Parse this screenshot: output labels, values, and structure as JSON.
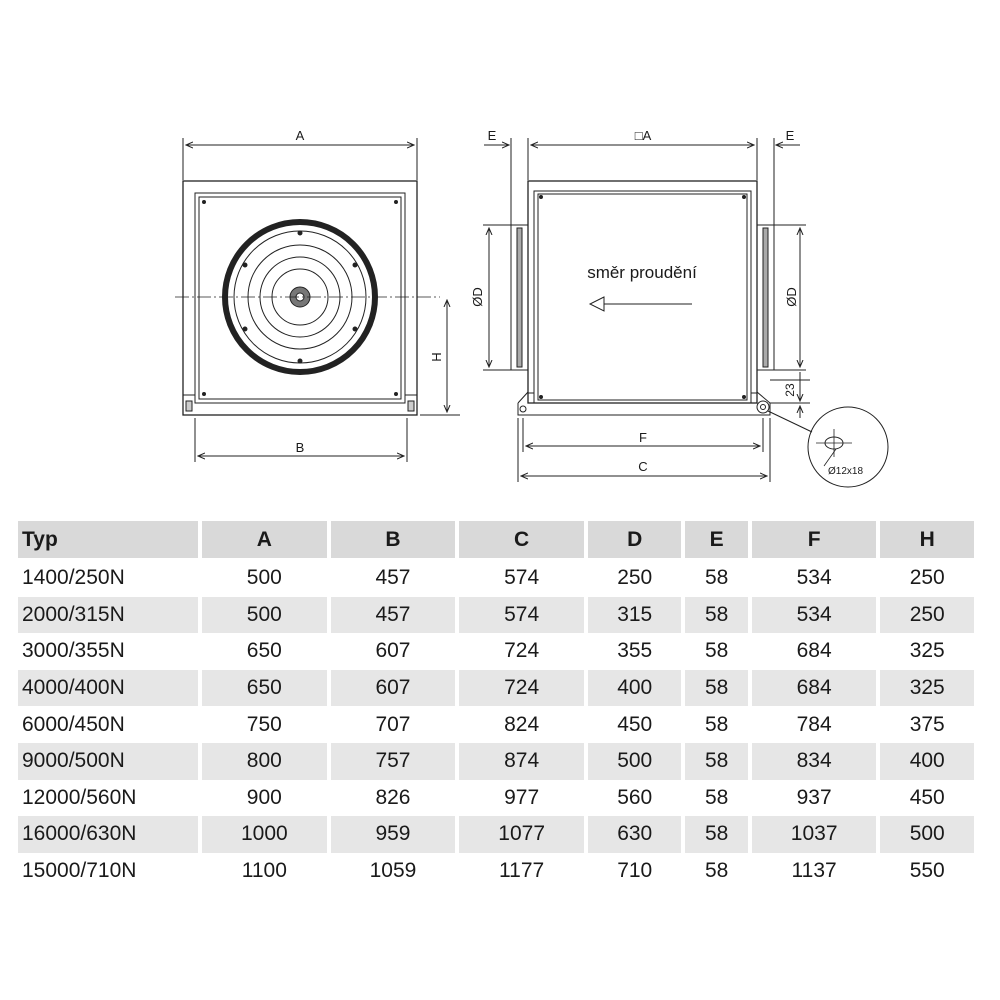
{
  "drawing": {
    "labels": {
      "A": "A",
      "B": "B",
      "H": "H",
      "E_left": "E",
      "E_right": "E",
      "square_A": "□A",
      "D_left": "ØD",
      "D_right": "ØD",
      "flow_text": "směr proudění",
      "F": "F",
      "C": "C",
      "dim_23": "23",
      "hole": "Ø12x18"
    }
  },
  "table": {
    "headers": [
      "Typ",
      "A",
      "B",
      "C",
      "D",
      "E",
      "F",
      "H"
    ],
    "rows": [
      [
        "1400/250N",
        "500",
        "457",
        "574",
        "250",
        "58",
        "534",
        "250"
      ],
      [
        "2000/315N",
        "500",
        "457",
        "574",
        "315",
        "58",
        "534",
        "250"
      ],
      [
        "3000/355N",
        "650",
        "607",
        "724",
        "355",
        "58",
        "684",
        "325"
      ],
      [
        "4000/400N",
        "650",
        "607",
        "724",
        "400",
        "58",
        "684",
        "325"
      ],
      [
        "6000/450N",
        "750",
        "707",
        "824",
        "450",
        "58",
        "784",
        "375"
      ],
      [
        "9000/500N",
        "800",
        "757",
        "874",
        "500",
        "58",
        "834",
        "400"
      ],
      [
        "12000/560N",
        "900",
        "826",
        "977",
        "560",
        "58",
        "937",
        "450"
      ],
      [
        "16000/630N",
        "1000",
        "959",
        "1077",
        "630",
        "58",
        "1037",
        "500"
      ],
      [
        "15000/710N",
        "1100",
        "1059",
        "1177",
        "710",
        "58",
        "1137",
        "550"
      ]
    ]
  }
}
